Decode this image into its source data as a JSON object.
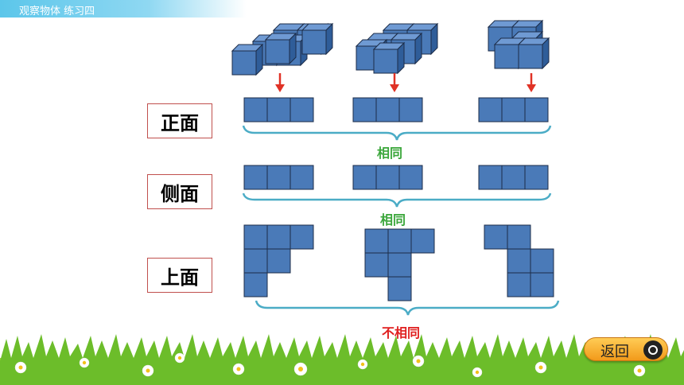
{
  "header": {
    "title": "观察物体  练习四"
  },
  "views": {
    "front": "正面",
    "side": "侧面",
    "top": "上面"
  },
  "results": {
    "front": "相同",
    "side": "相同",
    "top": "不相同"
  },
  "back_button": {
    "label": "返回"
  },
  "colors": {
    "cube_face": "#4a7ab8",
    "cube_edge": "#1c2c48",
    "arrow": "#e03226",
    "brace": "#4bacc6",
    "same": "#3aa63a",
    "different": "#e02020",
    "label_border": "#c0504d"
  }
}
